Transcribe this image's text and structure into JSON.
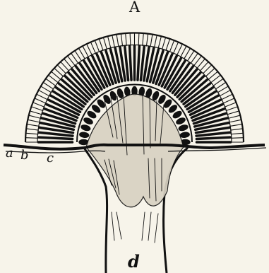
{
  "labels": {
    "A": "A",
    "a": "a",
    "b": "b",
    "c": "c",
    "d": "d"
  },
  "colors": {
    "paper": "#f7f4ea",
    "ink": "#111111",
    "tissue": "#d8d2c2"
  }
}
